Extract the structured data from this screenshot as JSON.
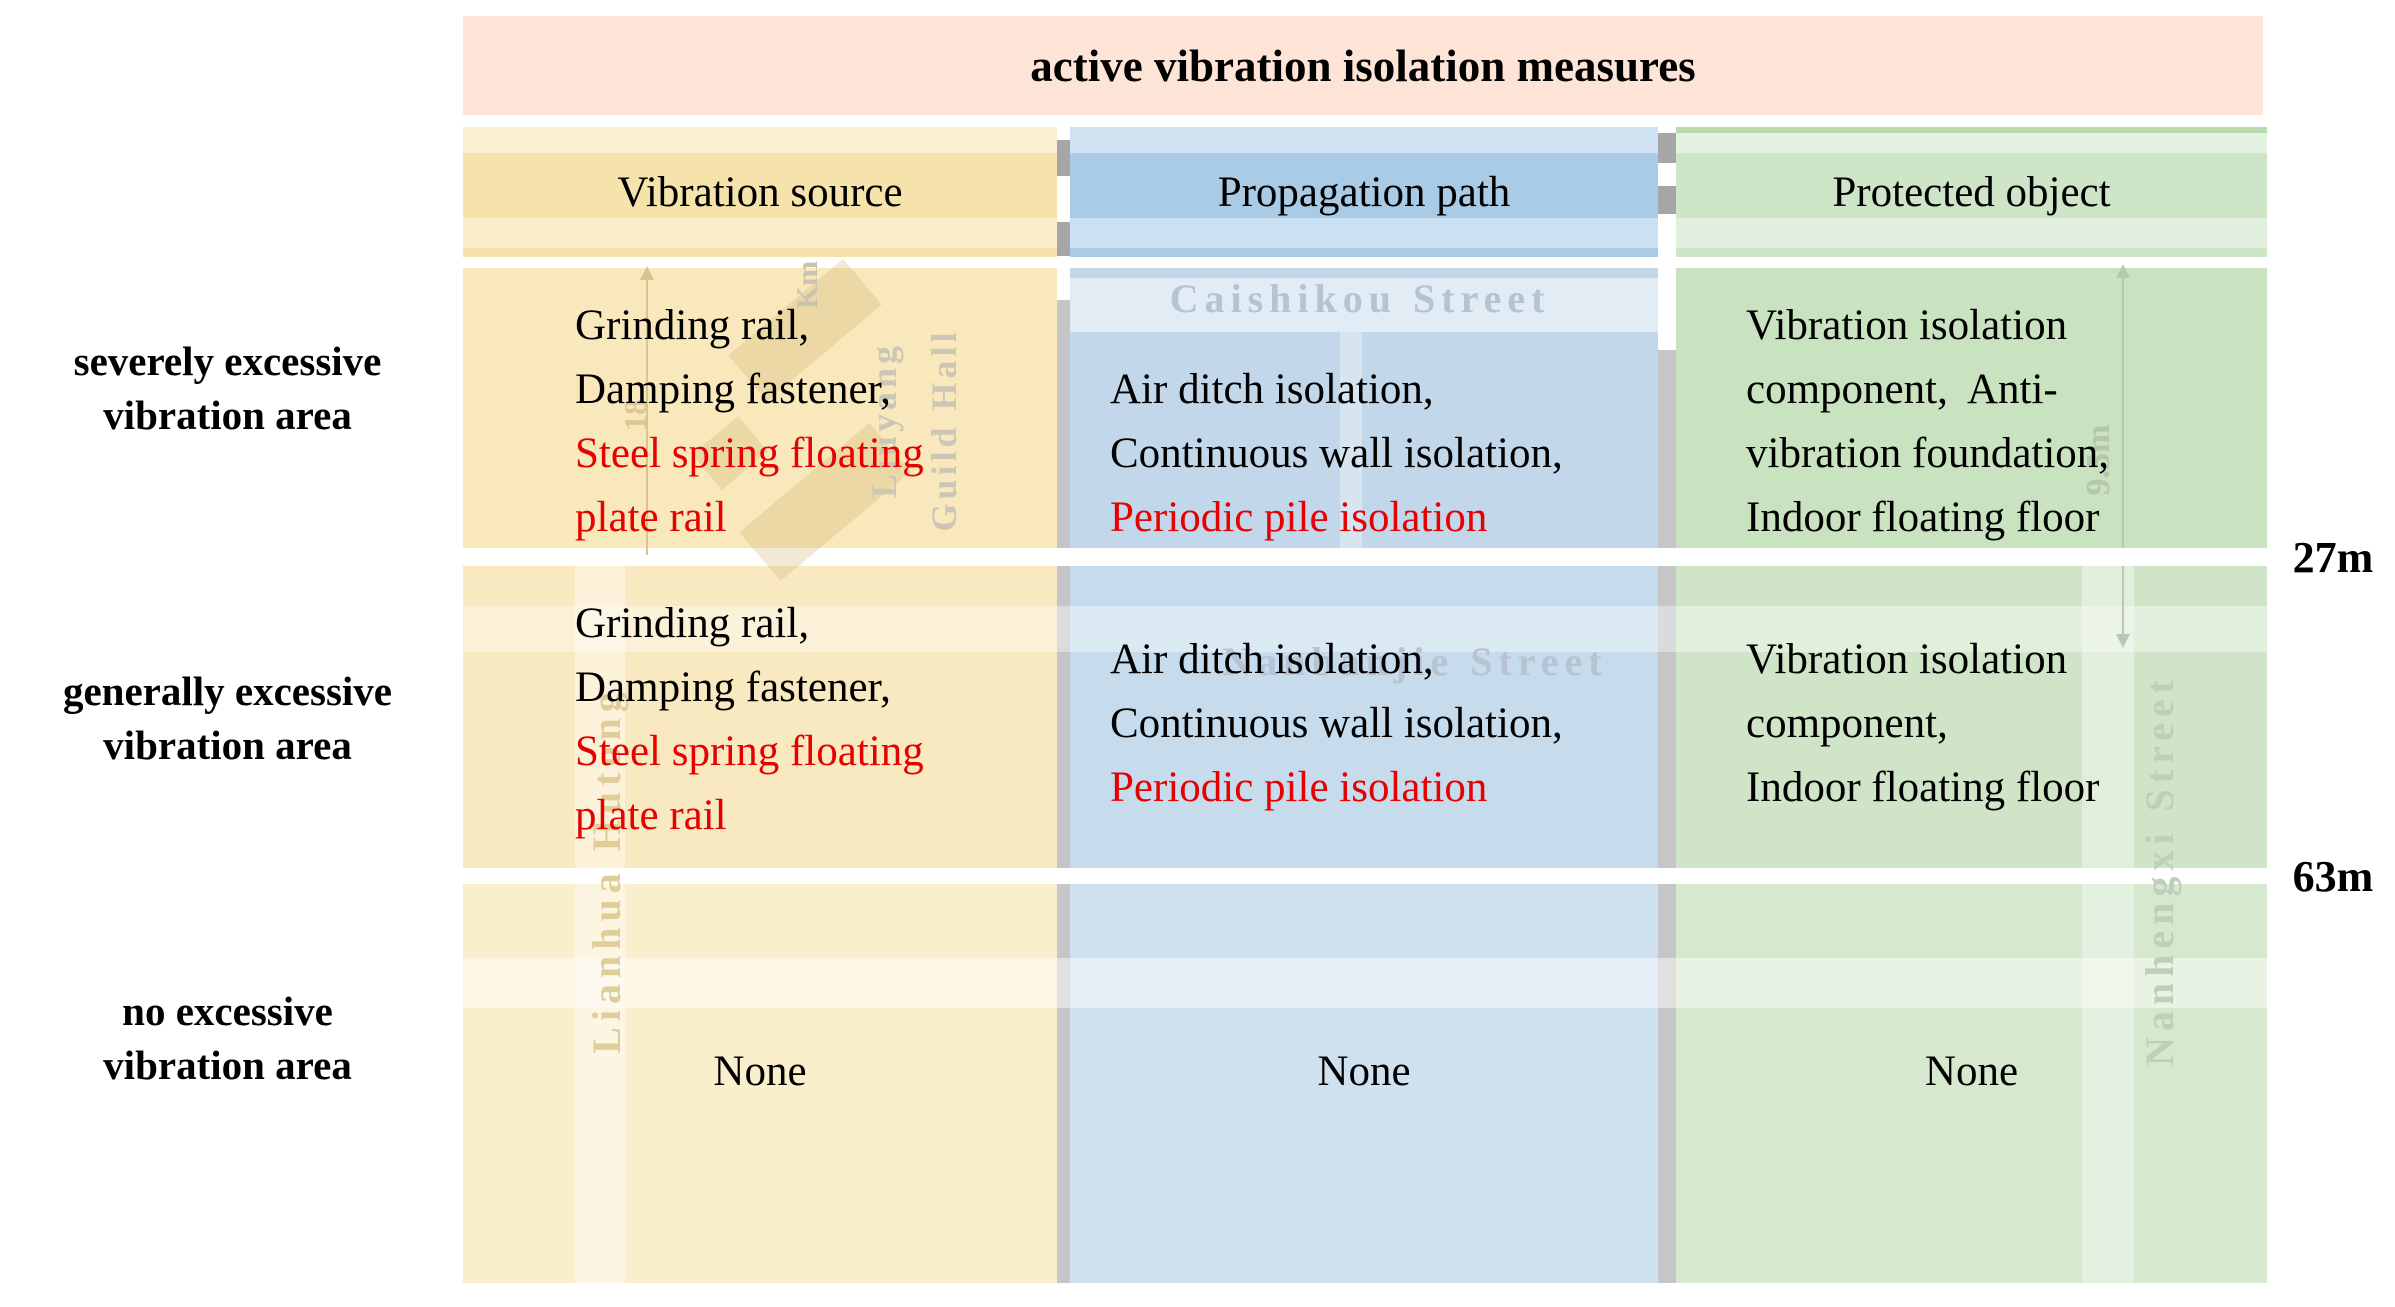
{
  "title": {
    "text": "active vibration isolation measures"
  },
  "columns": [
    {
      "label": "Vibration source"
    },
    {
      "label": "Propagation path"
    },
    {
      "label": "Protected object"
    }
  ],
  "rows": [
    {
      "label_lines": [
        "severely excessive",
        "vibration area"
      ],
      "cells": [
        {
          "lines": [
            {
              "text": "Grinding rail,",
              "color": "black"
            },
            {
              "text": "Damping fastener,",
              "color": "black"
            },
            {
              "text": "Steel spring floating",
              "color": "red"
            },
            {
              "text": "plate rail",
              "color": "red"
            }
          ]
        },
        {
          "lines": [
            {
              "text": "Air ditch isolation,",
              "color": "black"
            },
            {
              "text": "Continuous wall isolation,",
              "color": "black"
            },
            {
              "text": "Periodic pile isolation",
              "color": "red"
            }
          ]
        },
        {
          "lines": [
            {
              "text": "Vibration isolation",
              "color": "black"
            },
            {
              "text": "component,  Anti-",
              "color": "black"
            },
            {
              "text": "vibration foundation,",
              "color": "black"
            },
            {
              "text": "Indoor floating floor",
              "color": "black"
            }
          ]
        }
      ]
    },
    {
      "label_lines": [
        "generally excessive",
        "vibration area"
      ],
      "cells": [
        {
          "lines": [
            {
              "text": "Grinding rail,",
              "color": "black"
            },
            {
              "text": "Damping fastener,",
              "color": "black"
            },
            {
              "text": "Steel spring floating",
              "color": "red"
            },
            {
              "text": "plate rail",
              "color": "red"
            }
          ]
        },
        {
          "lines": [
            {
              "text": "Air ditch isolation,",
              "color": "black"
            },
            {
              "text": "Continuous wall isolation,",
              "color": "black"
            },
            {
              "text": "Periodic pile isolation",
              "color": "red"
            }
          ]
        },
        {
          "lines": [
            {
              "text": "Vibration isolation",
              "color": "black"
            },
            {
              "text": "component,",
              "color": "black"
            },
            {
              "text": "Indoor floating floor",
              "color": "black"
            }
          ]
        }
      ]
    },
    {
      "label_lines": [
        "no excessive",
        "vibration area"
      ],
      "cells": [
        {
          "lines": [
            {
              "text": "None",
              "color": "black"
            }
          ]
        },
        {
          "lines": [
            {
              "text": "None",
              "color": "black"
            }
          ]
        },
        {
          "lines": [
            {
              "text": "None",
              "color": "black"
            }
          ]
        }
      ]
    }
  ],
  "distance_markers": [
    {
      "text": "27m"
    },
    {
      "text": "63m"
    }
  ],
  "map": {
    "street_caishikou": "Caishikou Street",
    "street_nanbanjie": "Nanbanjie Street",
    "street_nanhengxi": "Nanhengxi Street",
    "street_lianhua": "Lianhua Hutong",
    "poi_liuyang_line1": "Liuyang",
    "poi_liuyang_line2": "Guild Hall",
    "measure_green": "9.5m",
    "measure_yellow": "18",
    "scale_fragment": "Km"
  },
  "colors": {
    "header_bar": "#fde4d6",
    "source_column": "#f6e3ab",
    "path_column": "#a9cbe6",
    "object_column": "#cfe5c8",
    "highlight_text": "#e60000",
    "separator_gray": "#a6a6a6",
    "map_label_blue": "#b5c3d3",
    "map_label_tan": "#e0cd9a",
    "map_label_green": "#bed0b8"
  }
}
